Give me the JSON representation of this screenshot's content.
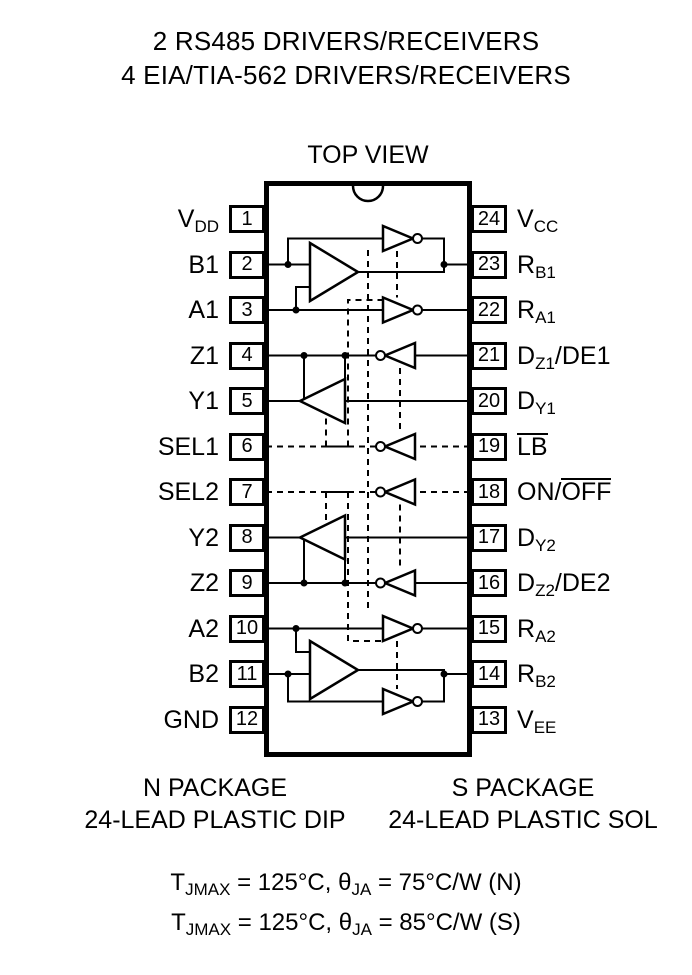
{
  "title": {
    "line1": "2 RS485 DRIVERS/RECEIVERS",
    "line2": "4 EIA/TIA-562 DRIVERS/RECEIVERS"
  },
  "top_view_label": "TOP VIEW",
  "pins": {
    "left": [
      {
        "number": "1",
        "label": [
          {
            "t": "V"
          },
          {
            "t": "DD",
            "sub": true
          }
        ]
      },
      {
        "number": "2",
        "label": [
          {
            "t": "B1"
          }
        ]
      },
      {
        "number": "3",
        "label": [
          {
            "t": "A1"
          }
        ]
      },
      {
        "number": "4",
        "label": [
          {
            "t": "Z1"
          }
        ]
      },
      {
        "number": "5",
        "label": [
          {
            "t": "Y1"
          }
        ]
      },
      {
        "number": "6",
        "label": [
          {
            "t": "SEL1"
          }
        ]
      },
      {
        "number": "7",
        "label": [
          {
            "t": "SEL2"
          }
        ]
      },
      {
        "number": "8",
        "label": [
          {
            "t": "Y2"
          }
        ]
      },
      {
        "number": "9",
        "label": [
          {
            "t": "Z2"
          }
        ]
      },
      {
        "number": "10",
        "label": [
          {
            "t": "A2"
          }
        ]
      },
      {
        "number": "11",
        "label": [
          {
            "t": "B2"
          }
        ]
      },
      {
        "number": "12",
        "label": [
          {
            "t": "GND"
          }
        ]
      }
    ],
    "right": [
      {
        "number": "24",
        "label": [
          {
            "t": "V"
          },
          {
            "t": "CC",
            "sub": true
          }
        ]
      },
      {
        "number": "23",
        "label": [
          {
            "t": "R"
          },
          {
            "t": "B1",
            "sub": true
          }
        ]
      },
      {
        "number": "22",
        "label": [
          {
            "t": "R"
          },
          {
            "t": "A1",
            "sub": true
          }
        ]
      },
      {
        "number": "21",
        "label": [
          {
            "t": "D"
          },
          {
            "t": "Z1",
            "sub": true
          },
          {
            "t": "/DE1"
          }
        ]
      },
      {
        "number": "20",
        "label": [
          {
            "t": "D"
          },
          {
            "t": "Y1",
            "sub": true
          }
        ]
      },
      {
        "number": "19",
        "label": [
          {
            "t": "LB",
            "overline": true
          }
        ]
      },
      {
        "number": "18",
        "label": [
          {
            "t": "ON/"
          },
          {
            "t": "OFF",
            "overline": true
          }
        ]
      },
      {
        "number": "17",
        "label": [
          {
            "t": "D"
          },
          {
            "t": "Y2",
            "sub": true
          }
        ]
      },
      {
        "number": "16",
        "label": [
          {
            "t": "D"
          },
          {
            "t": "Z2",
            "sub": true
          },
          {
            "t": "/DE2"
          }
        ]
      },
      {
        "number": "15",
        "label": [
          {
            "t": "R"
          },
          {
            "t": "A2",
            "sub": true
          }
        ]
      },
      {
        "number": "14",
        "label": [
          {
            "t": "R"
          },
          {
            "t": "B2",
            "sub": true
          }
        ]
      },
      {
        "number": "13",
        "label": [
          {
            "t": "V"
          },
          {
            "t": "EE",
            "sub": true
          }
        ]
      }
    ]
  },
  "package": {
    "n": {
      "line1": "N PACKAGE",
      "line2": "24-LEAD PLASTIC DIP"
    },
    "s": {
      "line1": "S PACKAGE",
      "line2": "24-LEAD PLASTIC SOL"
    }
  },
  "thermal_notes": [
    {
      "segments": [
        {
          "t": "T"
        },
        {
          "t": "JMAX",
          "sub": true
        },
        {
          "t": " = 125°C, θ"
        },
        {
          "t": "JA",
          "sub": true
        },
        {
          "t": " = 75°C/W (N)"
        }
      ]
    },
    {
      "segments": [
        {
          "t": "T"
        },
        {
          "t": "JMAX",
          "sub": true
        },
        {
          "t": " = 125°C, θ"
        },
        {
          "t": "JA",
          "sub": true
        },
        {
          "t": " = 85°C/W (S)"
        }
      ]
    }
  ],
  "colors": {
    "ink": "#000000",
    "background": "#ffffff"
  }
}
